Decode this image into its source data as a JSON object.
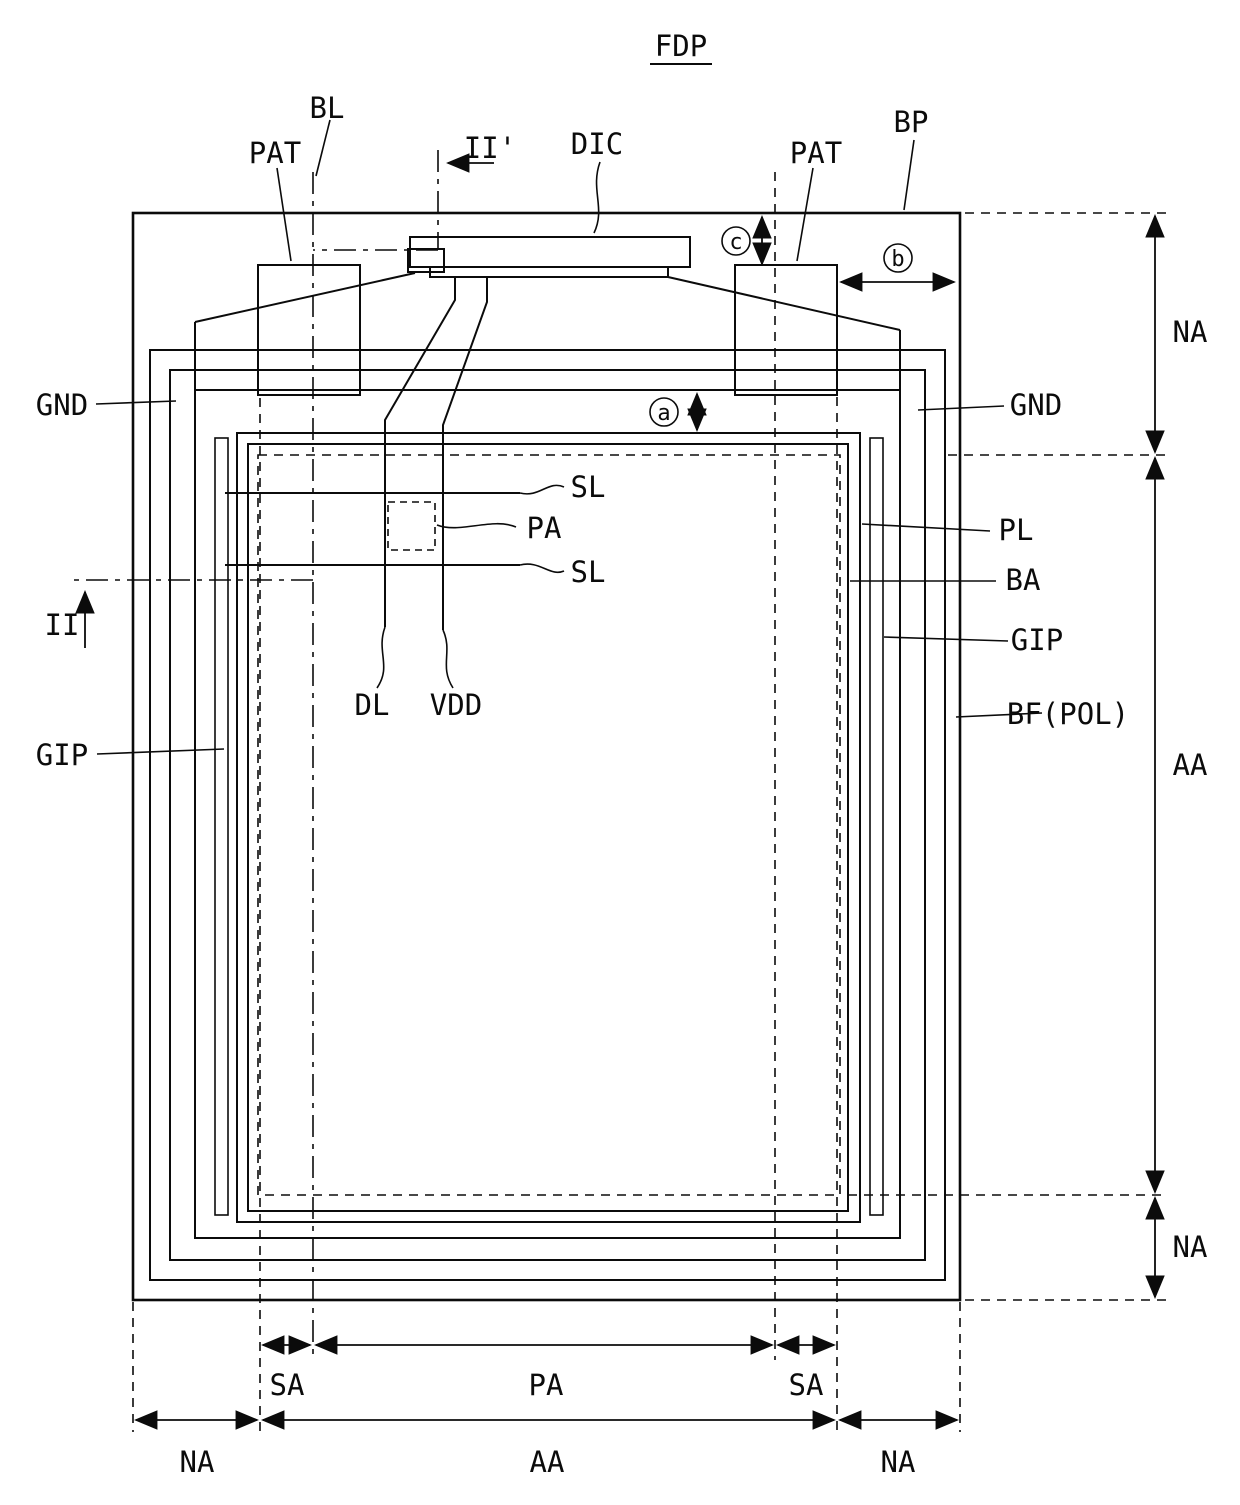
{
  "title": {
    "text": "FDP"
  },
  "labels": {
    "bl": "BL",
    "pat_left": "PAT",
    "section_prime": "II'",
    "dic": "DIC",
    "pat_right": "PAT",
    "bp": "BP",
    "na_top": "NA",
    "gnd_left": "GND",
    "gnd_right": "GND",
    "sl_upper": "SL",
    "pa_pixel": "PA",
    "sl_lower": "SL",
    "pl": "PL",
    "ba": "BA",
    "gip_right": "GIP",
    "bf_pol": "BF(POL)",
    "section": "II",
    "dl": "DL",
    "vdd": "VDD",
    "gip_left": "GIP",
    "aa_right": "AA",
    "na_bottom_right": "NA",
    "sa_left": "SA",
    "pa_width": "PA",
    "sa_right": "SA",
    "na_left": "NA",
    "aa_bottom": "AA",
    "na_right": "NA"
  },
  "dims": {
    "a": "a",
    "b": "b",
    "c": "c"
  }
}
